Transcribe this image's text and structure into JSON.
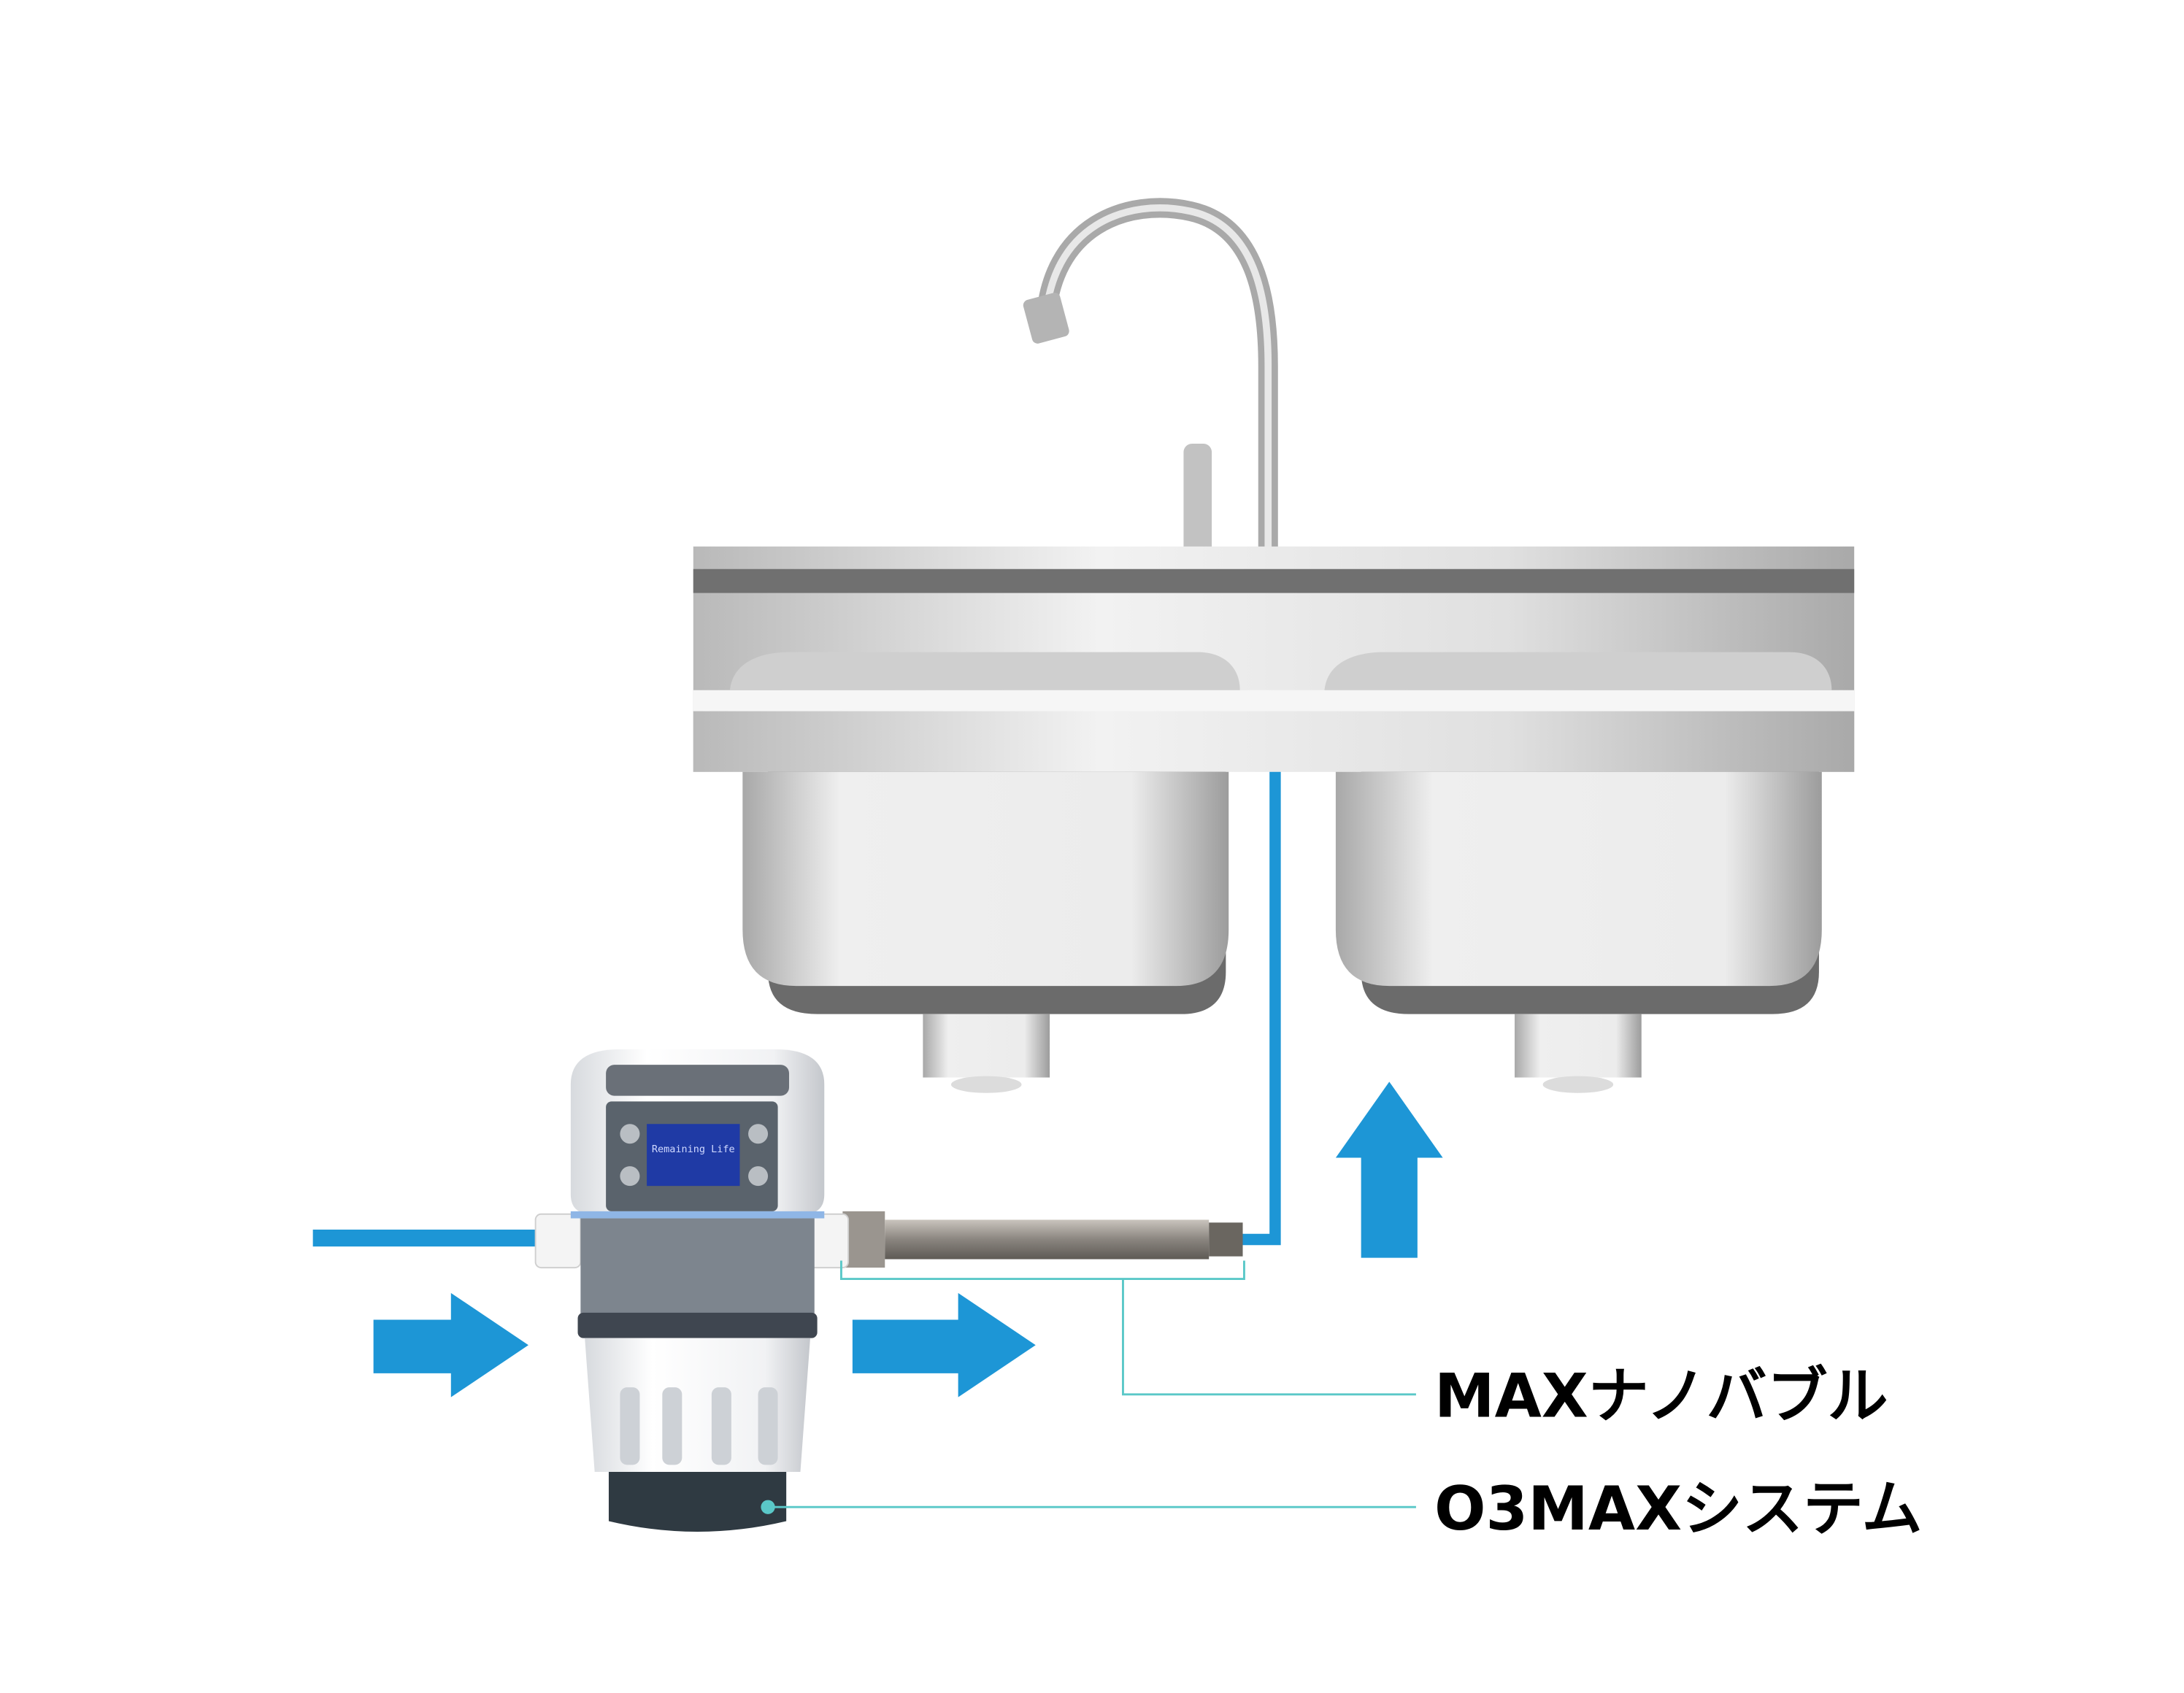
{
  "labels": {
    "nanobubble": "MAXナノバブル",
    "system": "O3MAXシステム"
  },
  "device_screen": {
    "line2": "Remaining Life"
  },
  "colors": {
    "water_flow": "#1d96d6",
    "leader_line": "#5ac8c8",
    "label_text": "#000000"
  }
}
